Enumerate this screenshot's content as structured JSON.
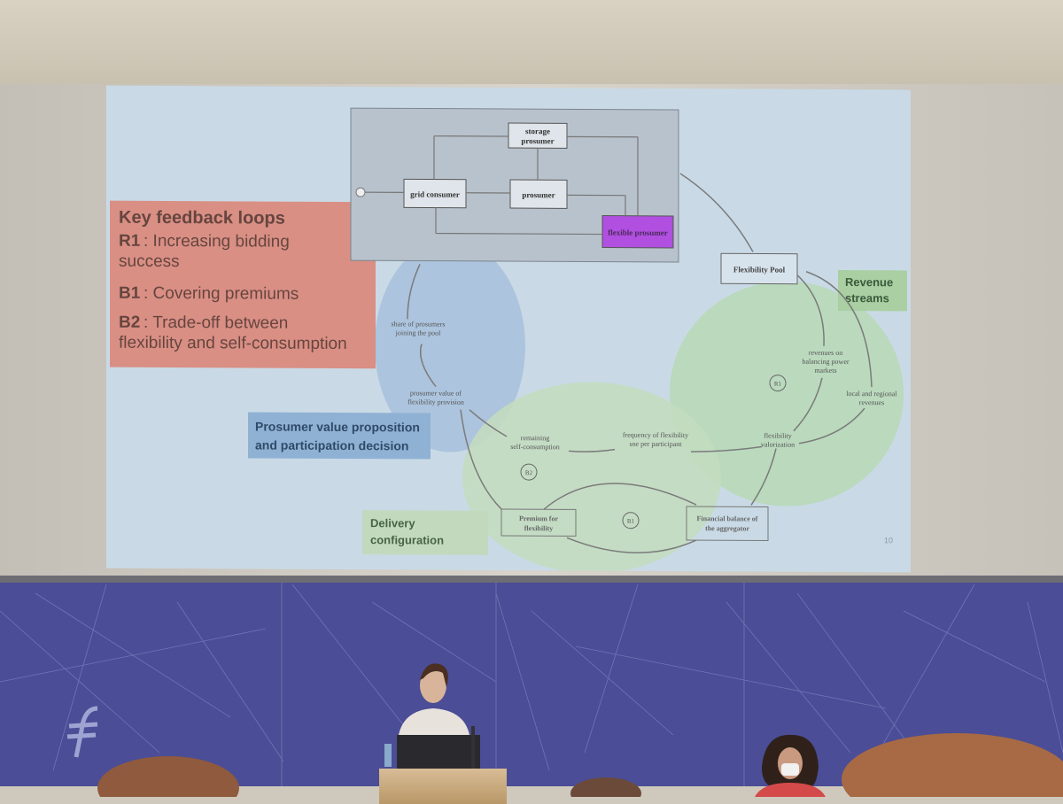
{
  "slide": {
    "key_loops_title": "Key feedback loops",
    "r1_code": "R1",
    "r1_text": ": Increasing bidding success",
    "b1_code": "B1",
    "b1_text": ": Covering premiums",
    "b2_code": "B2",
    "b2_text": ": Trade-off between flexibility and self-consumption",
    "page_number": "10",
    "labels": {
      "revenue_streams": "Revenue streams",
      "prosumer_value_prop": "Prosumer value proposition and participation decision",
      "delivery_config": "Delivery configuration"
    },
    "stock_flow": {
      "grid_consumer": "grid consumer",
      "storage_prosumer": "storage prosumer",
      "prosumer": "prosumer",
      "flexible_prosumer": "flexible prosumer"
    },
    "causal": {
      "flexibility_pool": "Flexibility Pool",
      "revenues_balancing": "revenues on balancing power markets",
      "local_regional": "local and regional revenues",
      "flexibility_valorization": "flexibility valorization",
      "frequency_flex": "frequency of flexibility use per participant",
      "remaining_self": "remaining self-consumption",
      "prosumer_value": "prosumer value of flexibility provision",
      "share_joining": "share of prosumers joining the pool",
      "premium_flex": "Premium for flexibility",
      "financial_balance": "Financial balance of the aggregator",
      "loop_r1": "R1",
      "loop_b1": "B1",
      "loop_b2": "B2"
    },
    "colors": {
      "slide_bg": "#c9dae6",
      "key_box": "#d98f84",
      "blue_loop": "#a9c1dc",
      "green_loop": "#b8d8b8",
      "flexible_prosumer": "#b14fe0",
      "banner": "#4b4d96"
    }
  },
  "stage": {
    "logo_icon": "double-stroke-f-logo-icon"
  }
}
